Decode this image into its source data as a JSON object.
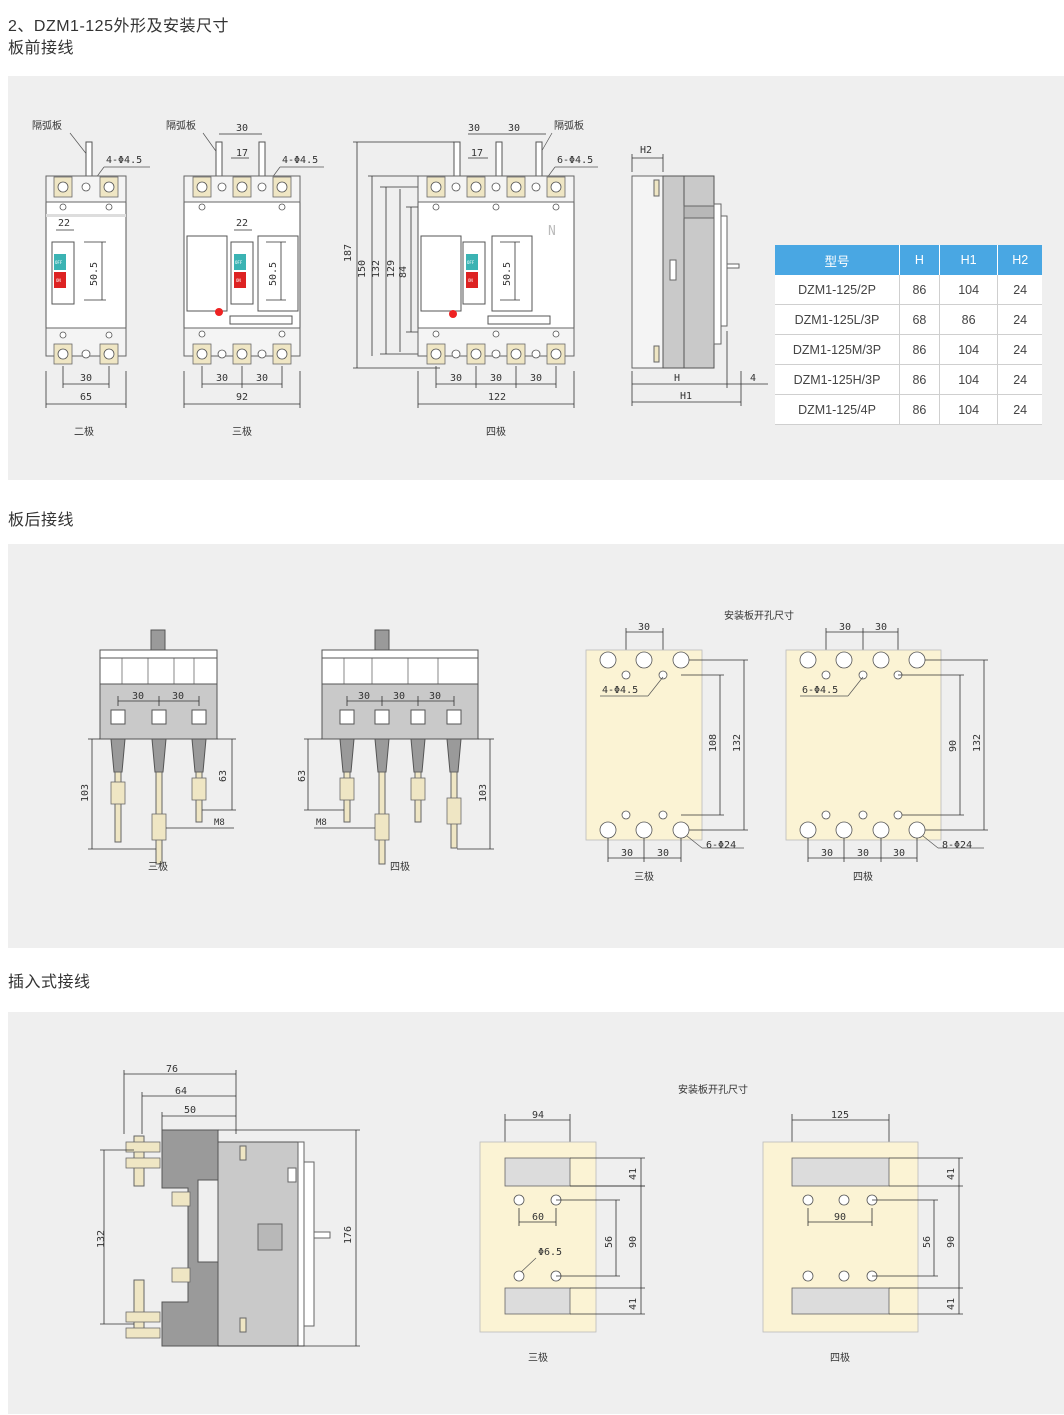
{
  "headings": {
    "main_line1": "2、DZM1-125外形及安装尺寸",
    "main_line2": "板前接线",
    "back": "板后接线",
    "plugin": "插入式接线"
  },
  "front": {
    "label_arc_plate": "隔弧板",
    "two_pole": {
      "caption": "二极",
      "holes": "4-Φ4.5",
      "d22": "22",
      "d505": "50.5",
      "d30": "30",
      "d65": "65"
    },
    "three_pole": {
      "caption": "三极",
      "holes": "4-Φ4.5",
      "d30": "30",
      "d17": "17",
      "d22": "22",
      "d505": "50.5",
      "d30a": "30",
      "d30b": "30",
      "d92": "92"
    },
    "four_pole": {
      "caption": "四极",
      "holes": "6-Φ4.5",
      "d30a": "30",
      "d30b": "30",
      "d17": "17",
      "d187": "187",
      "d150": "150",
      "d132": "132",
      "d129": "129",
      "d84": "84",
      "d505": "50.5",
      "n": "N",
      "d30c": "30",
      "d30d": "30",
      "d30e": "30",
      "d122": "122"
    },
    "side": {
      "h2": "H2",
      "h": "H",
      "h1": "H1",
      "d4": "4"
    },
    "toggle": {
      "off": "OFF",
      "on": "ON"
    }
  },
  "spec_table": {
    "headers": [
      "型号",
      "H",
      "H1",
      "H2"
    ],
    "rows": [
      [
        "DZM1-125/2P",
        "86",
        "104",
        "24"
      ],
      [
        "DZM1-125L/3P",
        "68",
        "86",
        "24"
      ],
      [
        "DZM1-125M/3P",
        "86",
        "104",
        "24"
      ],
      [
        "DZM1-125H/3P",
        "86",
        "104",
        "24"
      ],
      [
        "DZM1-125/4P",
        "86",
        "104",
        "24"
      ]
    ]
  },
  "back": {
    "panel_cut_title": "安装板开孔尺寸",
    "three_pole": {
      "caption": "三极",
      "d30a": "30",
      "d30b": "30",
      "d103": "103",
      "d63": "63",
      "m8": "M8"
    },
    "four_pole": {
      "caption": "四极",
      "d30a": "30",
      "d30b": "30",
      "d30c": "30",
      "d63": "63",
      "d103": "103",
      "m8": "M8"
    },
    "cut3": {
      "caption": "三极",
      "d30top": "30",
      "holes": "4-Φ4.5",
      "d108": "108",
      "d132": "132",
      "d30a": "30",
      "d30b": "30",
      "big": "6-Φ24"
    },
    "cut4": {
      "caption": "四极",
      "d30a": "30",
      "d30b": "30",
      "holes": "6-Φ4.5",
      "d90": "90",
      "d132": "132",
      "d30c": "30",
      "d30d": "30",
      "d30e": "30",
      "big": "8-Φ24"
    }
  },
  "plugin": {
    "panel_cut_title": "安装板开孔尺寸",
    "side": {
      "d76": "76",
      "d64": "64",
      "d50": "50",
      "d132": "132",
      "d176": "176"
    },
    "cut3": {
      "caption": "三极",
      "d94": "94",
      "d41a": "41",
      "d60": "60",
      "d56": "56",
      "d90": "90",
      "hole": "Φ6.5",
      "d41b": "41"
    },
    "cut4": {
      "caption": "四极",
      "d125": "125",
      "d41a": "41",
      "d90h": "90",
      "d56": "56",
      "d90": "90",
      "d41b": "41"
    }
  }
}
